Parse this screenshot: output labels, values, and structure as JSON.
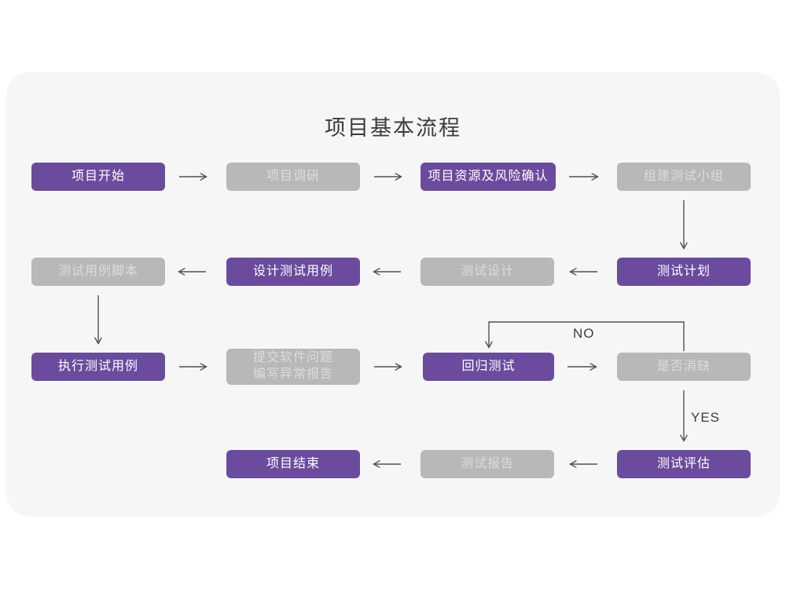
{
  "title": "项目基本流程",
  "flow": {
    "nodes": [
      {
        "label": "项目开始",
        "variant": "purple"
      },
      {
        "label": "项目调研",
        "variant": "gray"
      },
      {
        "label": "项目资源及风险确认",
        "variant": "purple"
      },
      {
        "label": "组建测试小组",
        "variant": "gray"
      },
      {
        "label": "测试计划",
        "variant": "purple"
      },
      {
        "label": "测试设计",
        "variant": "gray"
      },
      {
        "label": "设计测试用例",
        "variant": "purple"
      },
      {
        "label": "测试用例脚本",
        "variant": "gray"
      },
      {
        "label": "执行测试用例",
        "variant": "purple"
      },
      {
        "label": "提交软件问题\n编写异常报告",
        "variant": "gray"
      },
      {
        "label": "回归测试",
        "variant": "purple"
      },
      {
        "label": "是否消缺",
        "variant": "gray"
      },
      {
        "label": "测试评估",
        "variant": "purple"
      },
      {
        "label": "测试报告",
        "variant": "gray"
      },
      {
        "label": "项目结束",
        "variant": "purple"
      }
    ],
    "edge_labels": {
      "no": "NO",
      "yes": "YES"
    }
  },
  "colors": {
    "purple_box": "#6b4b9d",
    "gray_box": "#b8b8b8",
    "gray_box_text": "#dcdcdc",
    "purple_box_text": "#ffffff",
    "card_background": "#f6f6f7",
    "arrow": "#515151",
    "title_text": "#3c3c3c"
  }
}
